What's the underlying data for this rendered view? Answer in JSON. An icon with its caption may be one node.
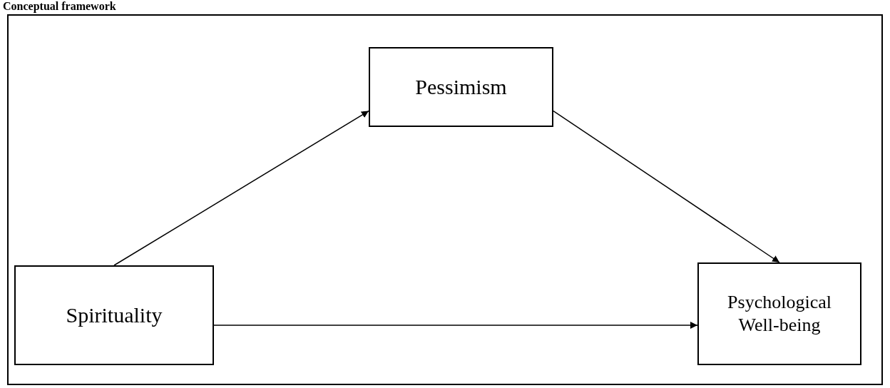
{
  "diagram": {
    "title": "Conceptual framework",
    "nodes": [
      {
        "text": [
          "Pessimism"
        ]
      },
      {
        "text": [
          "Spirituality"
        ]
      },
      {
        "text": [
          "Psychological Well-being"
        ]
      }
    ],
    "edges": [
      {
        "from": 1,
        "to": 0,
        "arrow": "to"
      },
      {
        "from": 0,
        "to": 2,
        "arrow": "to"
      },
      {
        "from": 1,
        "to": 2,
        "arrow": "to"
      }
    ]
  }
}
